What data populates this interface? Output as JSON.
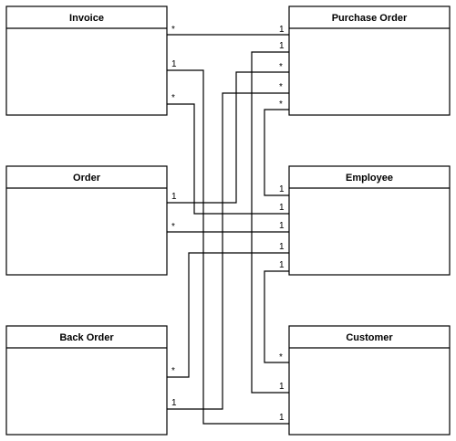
{
  "diagram": {
    "classes": [
      {
        "id": "invoice",
        "name": "Invoice"
      },
      {
        "id": "purchase-order",
        "name": "Purchase Order"
      },
      {
        "id": "order",
        "name": "Order"
      },
      {
        "id": "employee",
        "name": "Employee"
      },
      {
        "id": "back-order",
        "name": "Back Order"
      },
      {
        "id": "customer",
        "name": "Customer"
      }
    ],
    "associations": [
      {
        "id": "invoice-purchase-order",
        "from": "invoice",
        "to": "purchase-order",
        "from_mult": "*",
        "to_mult": "1"
      },
      {
        "id": "invoice-customer",
        "from": "invoice",
        "to": "customer",
        "from_mult": "1",
        "to_mult": "1"
      },
      {
        "id": "invoice-employee",
        "from": "invoice",
        "to": "employee",
        "from_mult": "*",
        "to_mult": "1"
      },
      {
        "id": "order-purchase-order",
        "from": "order",
        "to": "purchase-order",
        "from_mult": "1",
        "to_mult": "*"
      },
      {
        "id": "order-employee",
        "from": "order",
        "to": "employee",
        "from_mult": "*",
        "to_mult": "1"
      },
      {
        "id": "back-order-purchase-order",
        "from": "back-order",
        "to": "purchase-order",
        "from_mult": "1",
        "to_mult": "*"
      },
      {
        "id": "back-order-employee",
        "from": "back-order",
        "to": "employee",
        "from_mult": "*",
        "to_mult": "1"
      },
      {
        "id": "purchase-order-customer",
        "from": "purchase-order",
        "to": "customer",
        "from_mult": "1",
        "to_mult": "1"
      },
      {
        "id": "purchase-order-employee",
        "from": "purchase-order",
        "to": "employee",
        "from_mult": "*",
        "to_mult": "1"
      },
      {
        "id": "customer-employee",
        "from": "customer",
        "to": "employee",
        "from_mult": "*",
        "to_mult": "1"
      }
    ]
  }
}
